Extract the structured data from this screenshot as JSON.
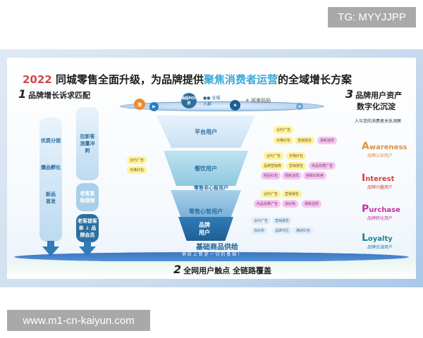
{
  "watermark_top": "TG: MYYJJPP",
  "watermark_bottom": "www.m1-cn-kaiyun.com",
  "infographic": {
    "title_year": "2022",
    "title_part1": " 同城零售全面升级，为品牌提供",
    "title_highlight": "聚焦消费者运营",
    "title_part2": "的全域增长方案",
    "section1": {
      "num": "1",
      "label": "品牌增长诉求匹配"
    },
    "section2": {
      "num": "2",
      "label": "全网用户触点 全链路覆盖"
    },
    "section3": {
      "num": "3",
      "label_line1": "品牌用户资产",
      "label_line2": "数字化沉淀",
      "subtitle": "人与货的消费者关系洞察"
    },
    "left_column": [
      "优质分销",
      "爆品孵化",
      "新品首发"
    ],
    "right_column": [
      "拉新客流量冲刺",
      "老客复购提频",
      "老客提客单 ↓ 品牌会员"
    ],
    "logos": {
      "taobao": "淘",
      "pos": "商超POS屏",
      "crowd": "全域人群",
      "alimama": "阿里妈妈"
    },
    "funnel": [
      "平台用户",
      "餐饮用户",
      "零售非心智用户",
      "零售心智用户",
      "品牌用户"
    ],
    "base": {
      "title": "基础商品供给",
      "subtitle": "供 给 上 新 是 一 切 的 基 础 !"
    },
    "chips": {
      "level1": [
        "合约广告",
        "天降红包",
        "营销报告",
        "猜新选样"
      ],
      "level2": [
        "合约广告",
        "天降红包",
        "品牌营销券",
        "营销报告",
        "商品效果广告",
        "购后红包",
        "猜新选样",
        "频新红新券"
      ],
      "level2_left": [
        "合约广告",
        "天降红包"
      ],
      "level3": [
        "合约广告",
        "营销报告",
        "商品效果广告",
        "加价购",
        "猜新选样"
      ],
      "level4": [
        "合约广告",
        "营销报告",
        "加价购",
        "品牌专区",
        "满返红包"
      ]
    },
    "aida": [
      {
        "word": "Awareness",
        "sub": "品牌认知用户",
        "color": "#e0913f"
      },
      {
        "word": "Interest",
        "sub": "品牌兴趣用户",
        "color": "#d2453e"
      },
      {
        "word": "Purchase",
        "sub": "品牌转化用户",
        "color": "#c2329f"
      },
      {
        "word": "Loyalty",
        "sub": "品牌忠诚用户",
        "color": "#1e7f95"
      }
    ]
  }
}
